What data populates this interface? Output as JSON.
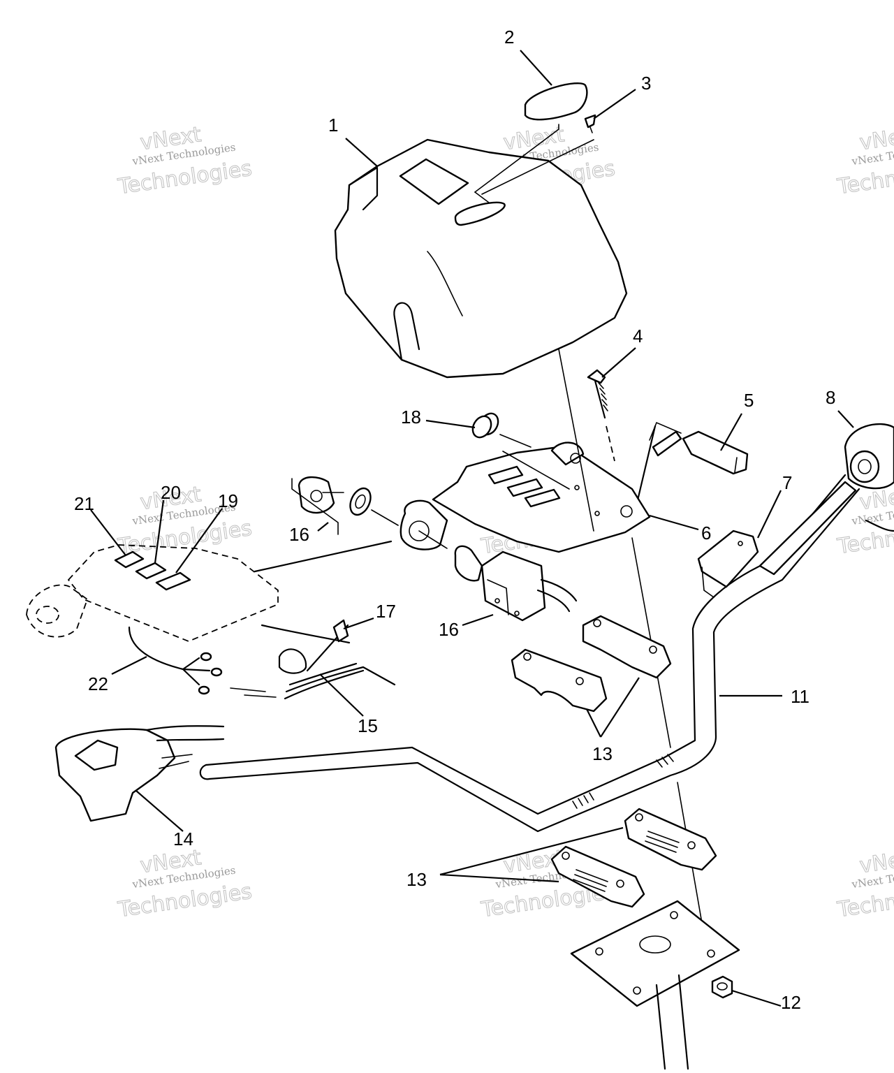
{
  "callouts": [
    {
      "id": "c1",
      "label": "1"
    },
    {
      "id": "c2",
      "label": "2"
    },
    {
      "id": "c3",
      "label": "3"
    },
    {
      "id": "c4",
      "label": "4"
    },
    {
      "id": "c5",
      "label": "5"
    },
    {
      "id": "c6",
      "label": "6"
    },
    {
      "id": "c7",
      "label": "7"
    },
    {
      "id": "c8",
      "label": "8"
    },
    {
      "id": "c11",
      "label": "11"
    },
    {
      "id": "c12",
      "label": "12"
    },
    {
      "id": "c13a",
      "label": "13"
    },
    {
      "id": "c13b",
      "label": "13"
    },
    {
      "id": "c14",
      "label": "14"
    },
    {
      "id": "c15",
      "label": "15"
    },
    {
      "id": "c16a",
      "label": "16"
    },
    {
      "id": "c16b",
      "label": "16"
    },
    {
      "id": "c17",
      "label": "17"
    },
    {
      "id": "c18",
      "label": "18"
    },
    {
      "id": "c19",
      "label": "19"
    },
    {
      "id": "c20",
      "label": "20"
    },
    {
      "id": "c21",
      "label": "21"
    },
    {
      "id": "c22",
      "label": "22"
    }
  ],
  "watermark": {
    "line1": "vNext",
    "line2": "vNext Technologies",
    "line3": "Technologies"
  }
}
